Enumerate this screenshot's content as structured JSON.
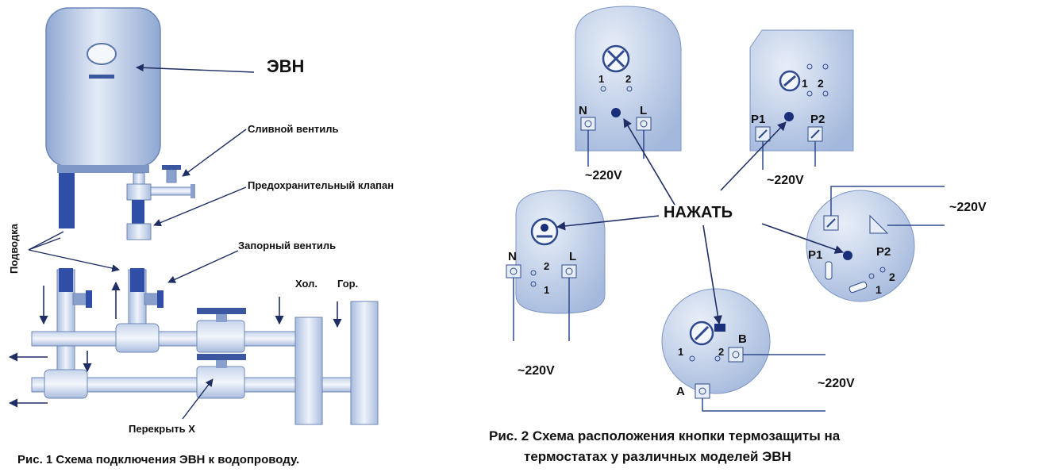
{
  "fig1": {
    "heater_label": "ЭВН",
    "drain_valve": "Сливной вентиль",
    "safety_valve": "Предохранительный клапан",
    "supply_label": "Подводка",
    "shutoff_valve": "Запорный вентиль",
    "cold_label": "Хол.",
    "hot_label": "Гор.",
    "close_x": "Перекрыть Х",
    "caption": "Рис. 1  Схема подключения ЭВН к водопроводу."
  },
  "fig2": {
    "press": "НАЖАТЬ",
    "caption_line1": "Рис. 2  Схема расположения кнопки термозащиты на",
    "caption_line2": "термостатах у различных моделей ЭВН",
    "t1": {
      "n": "N",
      "l": "L",
      "c1": "1",
      "c2": "2",
      "v": "~220V"
    },
    "t2": {
      "p1": "P1",
      "p2": "P2",
      "c1": "1",
      "c2": "2",
      "v": "~220V"
    },
    "t3": {
      "n": "N",
      "l": "L",
      "c1": "1",
      "c2": "2",
      "v": "~220V"
    },
    "t4": {
      "p1": "P1",
      "p2": "P2",
      "c1": "1",
      "c2": "2",
      "v": "~220V"
    },
    "t5": {
      "a": "A",
      "b": "B",
      "c1": "1",
      "c2": "2",
      "v": "~220V"
    }
  },
  "colors": {
    "body_light": "#d7e2f2",
    "body_mid": "#aec3e3",
    "pipe_dark": "#1e3f8f",
    "line": "#1f2f66"
  }
}
